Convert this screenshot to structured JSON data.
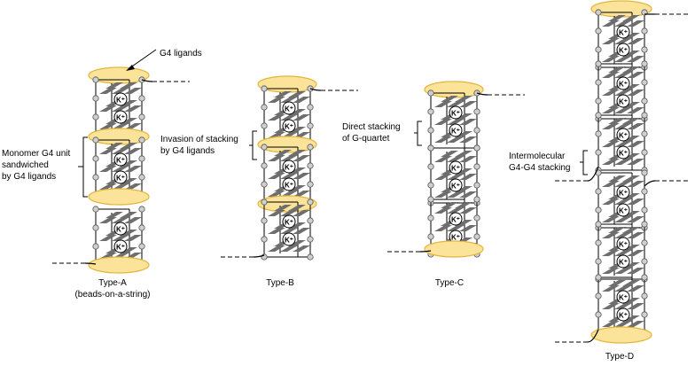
{
  "colors": {
    "ligand_fill": "#fbe39a",
    "ligand_stroke": "#e3b53c",
    "plate": "#6e6e6e",
    "frame": "#000000",
    "bead": "#cfcfcf",
    "potassium_circle": "#ffffff"
  },
  "ion_label": "K⁺",
  "labels": {
    "g4_ligands": "G4 ligands",
    "monomer": [
      "Monomer G4 unit",
      "sandwiched",
      "by G4 ligands"
    ],
    "invasion": [
      "Invasion of stacking",
      "by G4 ligands"
    ],
    "direct": [
      "Direct stacking",
      "of G-quartet"
    ],
    "intermolecular": [
      "Intermolecular",
      "G4-G4 stacking"
    ]
  },
  "types": [
    {
      "title": "Type-A",
      "subtitle": "(beads-on-a-string)"
    },
    {
      "title": "Type-B",
      "subtitle": ""
    },
    {
      "title": "Type-C",
      "subtitle": ""
    },
    {
      "title": "Type-D",
      "subtitle": ""
    }
  ],
  "structures": [
    {
      "id": "A",
      "units": 3,
      "ligands": "between-every-unit",
      "strands": 1
    },
    {
      "id": "B",
      "units": 3,
      "ligands": "partial-invasion",
      "strands": 1
    },
    {
      "id": "C",
      "units": 3,
      "ligands": "ends-only",
      "strands": 1
    },
    {
      "id": "D",
      "units": 6,
      "ligands": "ends-only",
      "strands": 2
    }
  ]
}
